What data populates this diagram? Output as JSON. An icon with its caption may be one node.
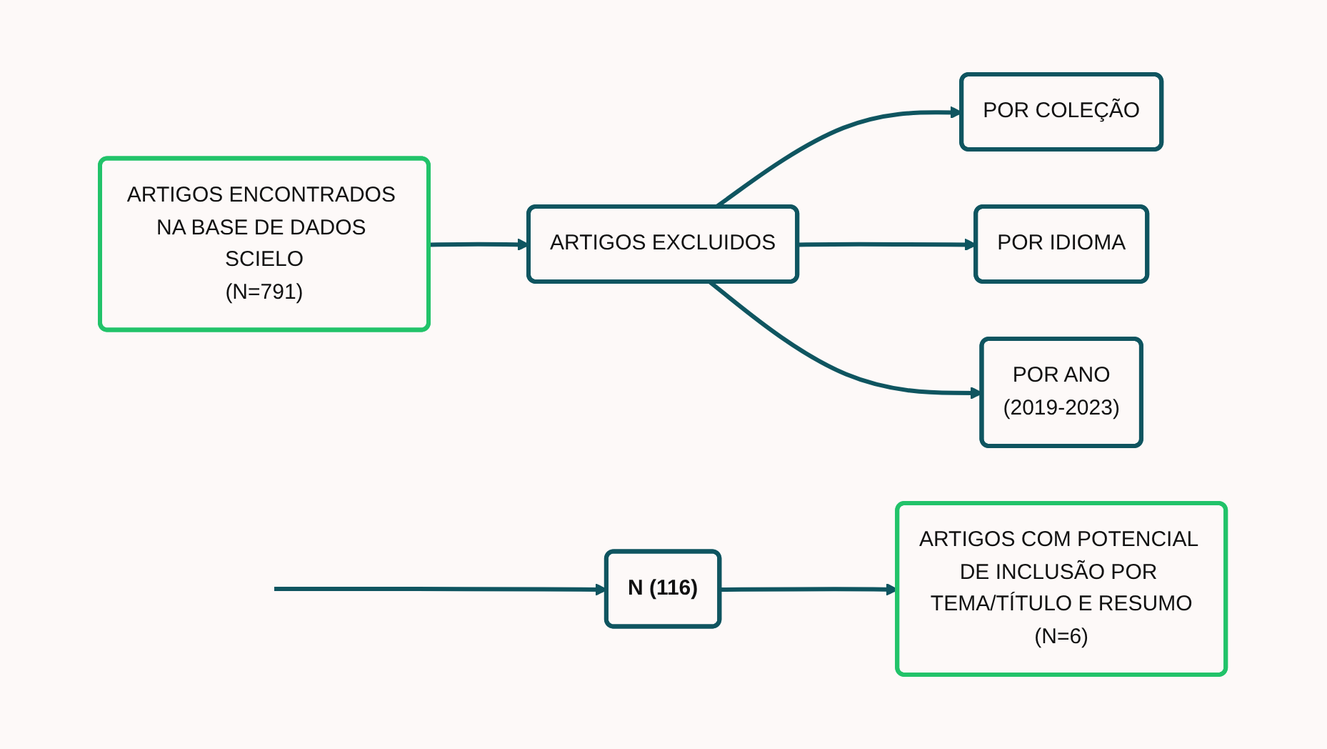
{
  "diagram": {
    "nodes": [
      {
        "text": [
          "ARTIGOS ENCONTRADOS NA BASE DE DADOS SCIELO",
          "(N=791)"
        ]
      },
      {
        "text": [
          "ARTIGOS EXCLUIDOS"
        ]
      },
      {
        "text": [
          "POR COLEÇÃO"
        ]
      },
      {
        "text": [
          "POR IDIOMA"
        ]
      },
      {
        "text": [
          "POR ANO",
          "(2019-2023)"
        ]
      },
      {
        "text": [
          "N (116)"
        ]
      },
      {
        "text": [
          "ARTIGOS COM POTENCIAL DE INCLUSÃO POR TEMA/TÍTULO E RESUMO",
          "(N=6)"
        ]
      }
    ],
    "edges": [
      {
        "from": 0,
        "to": 1,
        "arrow": "to"
      },
      {
        "from": 1,
        "to": 2,
        "arrow": "to"
      },
      {
        "from": 1,
        "to": 3,
        "arrow": "to"
      },
      {
        "from": 1,
        "to": 4,
        "arrow": "to"
      },
      {
        "from": null,
        "to": 5,
        "arrow": "to"
      },
      {
        "from": 5,
        "to": 6,
        "arrow": "to"
      }
    ]
  }
}
